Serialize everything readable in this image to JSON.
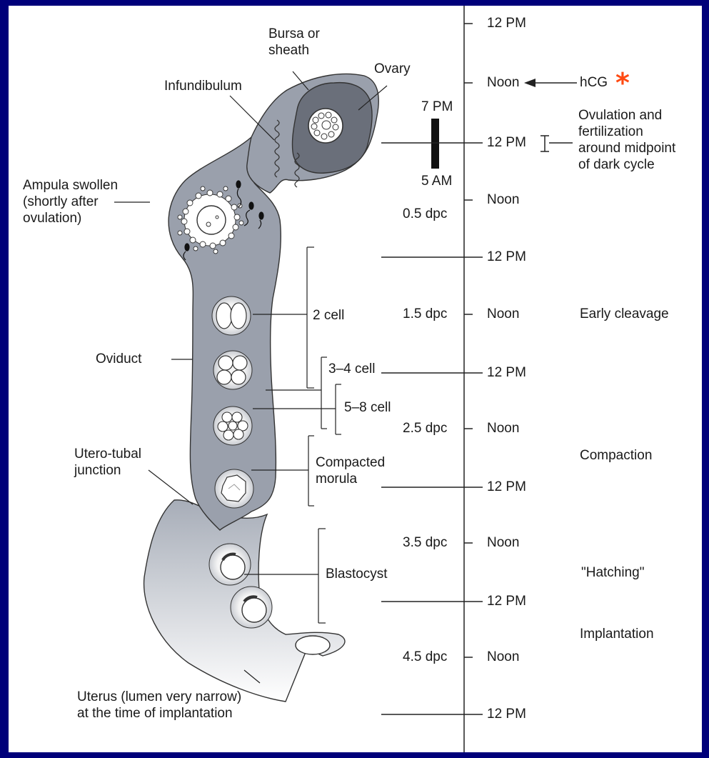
{
  "labels": {
    "bursa": "Bursa or\nsheath",
    "ovary": "Ovary",
    "infundibulum": "Infundibulum",
    "ampula": "Ampula swollen\n(shortly after\novulation)",
    "two_cell": "2 cell",
    "oviduct": "Oviduct",
    "three_four_cell": "3–4 cell",
    "five_eight_cell": "5–8 cell",
    "utero_tubal": "Utero-tubal\njunction",
    "compacted_morula": "Compacted\nmorula",
    "blastocyst": "Blastocyst",
    "uterus": "Uterus (lumen very narrow)\nat the time of implantation"
  },
  "dark_cycle": {
    "start": "7 PM",
    "end": "5 AM"
  },
  "timeline": {
    "ticks": [
      "12 PM",
      "Noon",
      "12 PM",
      "Noon",
      "12 PM",
      "Noon",
      "12 PM",
      "Noon",
      "12 PM",
      "Noon",
      "12 PM",
      "Noon",
      "12 PM"
    ],
    "dpc": [
      "0.5 dpc",
      "1.5 dpc",
      "2.5 dpc",
      "3.5 dpc",
      "4.5 dpc"
    ]
  },
  "events": {
    "hcg": "hCG",
    "hcg_marker": "*",
    "ovulation": "Ovulation and\nfertilization\naround midpoint\nof dark cycle",
    "early_cleavage": "Early cleavage",
    "compaction": "Compaction",
    "hatching": "\"Hatching\"",
    "implantation": "Implantation"
  },
  "colors": {
    "background": "#00007a",
    "tissue": "#9aa0ac",
    "accent_star": "#ff4a12"
  }
}
